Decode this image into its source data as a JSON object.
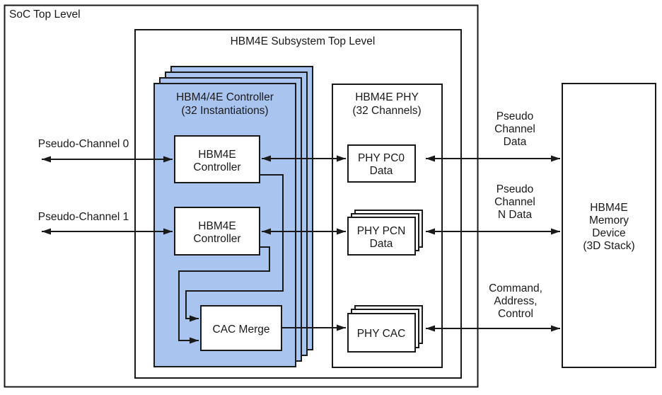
{
  "colors": {
    "block_fill": "#aac4f0",
    "line": "#1a1a1a",
    "box_fill": "#ffffff"
  },
  "soc": {
    "title": "SoC Top Level"
  },
  "subsystem": {
    "title": "HBM4E Subsystem Top Level"
  },
  "controller_stack": {
    "title1": "HBM4/4E Controller",
    "title2": "(32 Instantiations)"
  },
  "controller0": {
    "l1": "HBM4E",
    "l2": "Controller"
  },
  "controller1": {
    "l1": "HBM4E",
    "l2": "Controller"
  },
  "cac_merge": {
    "label": "CAC Merge"
  },
  "phy": {
    "title1": "HBM4E PHY",
    "title2": "(32 Channels)"
  },
  "phy_pc0": {
    "l1": "PHY PC0",
    "l2": "Data"
  },
  "phy_pcn": {
    "l1": "PHY PCN",
    "l2": "Data"
  },
  "phy_cac": {
    "label": "PHY CAC"
  },
  "memory": {
    "l1": "HBM4E",
    "l2": "Memory",
    "l3": "Device",
    "l4": "(3D Stack)"
  },
  "labels": {
    "pseudo_channel_0": "Pseudo-Channel 0",
    "pseudo_channel_1": "Pseudo-Channel 1",
    "pcd": {
      "l1": "Pseudo",
      "l2": "Channel",
      "l3": "Data"
    },
    "pcnd": {
      "l1": "Pseudo",
      "l2": "Channel",
      "l3": "N Data"
    },
    "cac": {
      "l1": "Command,",
      "l2": "Address,",
      "l3": "Control"
    }
  }
}
